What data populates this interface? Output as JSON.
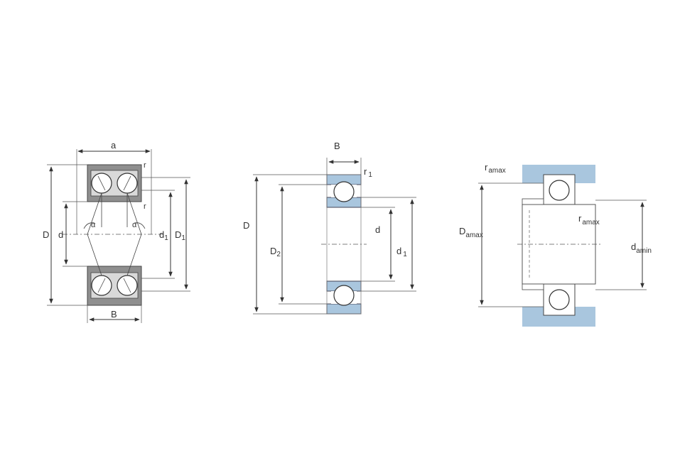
{
  "diagram1": {
    "label_a": "a",
    "label_r_top": "r",
    "label_r_mid": "r",
    "label_D": "D",
    "label_d": "d",
    "label_d1": "d",
    "label_d1_sub": "1",
    "label_D1": "D",
    "label_D1_sub": "1",
    "label_alpha_left": "α",
    "label_alpha_right": "α",
    "label_B": "B"
  },
  "diagram2": {
    "label_B": "B",
    "label_r1": "r",
    "label_r1_sub": "1",
    "label_D": "D",
    "label_D2": "D",
    "label_D2_sub": "2",
    "label_d": "d",
    "label_d1": "d",
    "label_d1_sub": "1"
  },
  "diagram3": {
    "label_ramax_top": "r",
    "label_ramax_top_sub": "amax",
    "label_ramax_mid": "r",
    "label_ramax_mid_sub": "amax",
    "label_Damax": "D",
    "label_Damax_sub": "amax",
    "label_damin": "d",
    "label_damin_sub": "amin"
  },
  "colors": {
    "ring_gray": "#8f8f8f",
    "ring_blue": "#a9c6de",
    "housing_blue": "#a9c6de"
  }
}
